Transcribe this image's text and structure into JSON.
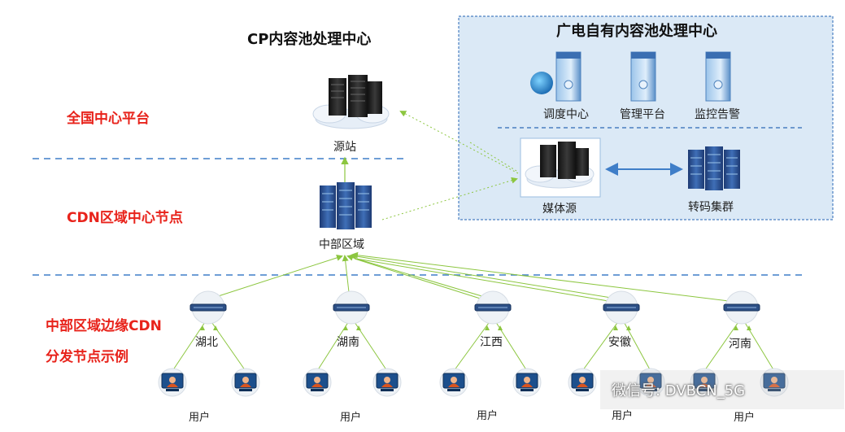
{
  "titles": {
    "cp_center": "CP内容池处理中心",
    "broadcast_center": "广电自有内容池处理中心"
  },
  "tiers": {
    "national": "全国中心平台",
    "regional": "CDN区域中心节点",
    "edge_line1": "中部区域边缘CDN",
    "edge_line2": "分发节点示例"
  },
  "nodes": {
    "source": "源站",
    "central_region": "中部区域",
    "scheduling": "调度中心",
    "management": "管理平台",
    "monitoring": "监控告警",
    "media_source": "媒体源",
    "transcode": "转码集群"
  },
  "edges": [
    "湖北",
    "湖南",
    "江西",
    "安徽",
    "河南"
  ],
  "user_label": "用户",
  "watermark": "微信号: DVBCN_5G",
  "colors": {
    "tier_label": "#e8231b",
    "dashed_divider": "#3f7ec8",
    "panel_bg": "#dbe9f6",
    "panel_border": "#4a7fc1",
    "link_green": "#8cc63f",
    "arrow_blue": "#3f7ec8"
  }
}
